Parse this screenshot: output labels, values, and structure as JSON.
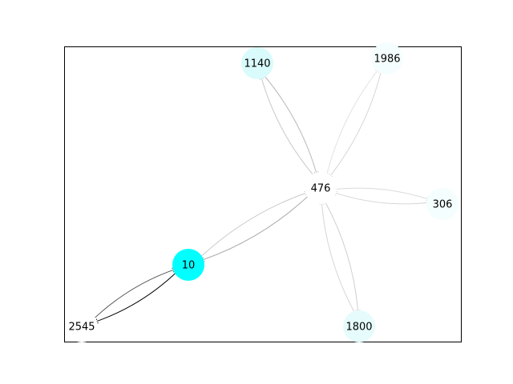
{
  "graph": {
    "nodes": [
      {
        "id": "476",
        "label": "476",
        "color": "#ffffff"
      },
      {
        "id": "1140",
        "label": "1140",
        "color": "#d9fbfb"
      },
      {
        "id": "1986",
        "label": "1986",
        "color": "#f5fefe"
      },
      {
        "id": "306",
        "label": "306",
        "color": "#f5fefe"
      },
      {
        "id": "1800",
        "label": "1800",
        "color": "#e6fcfc"
      },
      {
        "id": "10",
        "label": "10",
        "color": "#00ffff"
      },
      {
        "id": "2545",
        "label": "2545",
        "color": "#ffffff"
      }
    ],
    "edges": [
      {
        "from": "476",
        "to": "1140",
        "color": "#c8c8c8"
      },
      {
        "from": "1140",
        "to": "476",
        "color": "#b8b8b8"
      },
      {
        "from": "476",
        "to": "1986",
        "color": "#e2e2e2"
      },
      {
        "from": "1986",
        "to": "476",
        "color": "#d6d6d6"
      },
      {
        "from": "306",
        "to": "476",
        "color": "#d6d6d6"
      },
      {
        "from": "476",
        "to": "306",
        "color": "#dadada"
      },
      {
        "from": "476",
        "to": "1800",
        "color": "#cfcfcf"
      },
      {
        "from": "1800",
        "to": "476",
        "color": "#d6d6d6"
      },
      {
        "from": "476",
        "to": "10",
        "color": "#a8a8a8"
      },
      {
        "from": "10",
        "to": "476",
        "color": "#cccccc"
      },
      {
        "from": "10",
        "to": "2545",
        "color": "#000000"
      },
      {
        "from": "2545",
        "to": "10",
        "color": "#555555"
      }
    ]
  }
}
